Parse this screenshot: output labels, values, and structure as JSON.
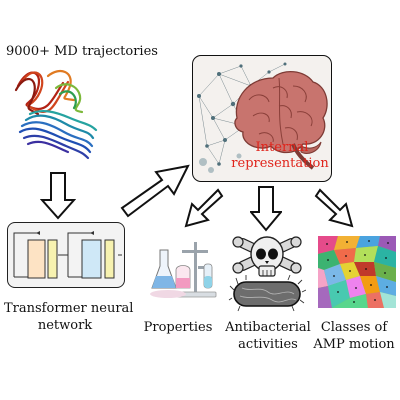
{
  "labels": {
    "md_trajectories": "9000+ MD trajectories",
    "transformer_line1": "Transformer neural",
    "transformer_line2": "network",
    "internal_line1": "Internal",
    "internal_line2": "representation",
    "properties": "Properties",
    "antibacterial_line1": "Antibacterial",
    "antibacterial_line2": "activities",
    "classes_line1": "Classes of",
    "classes_line2": "AMP motion"
  },
  "colors": {
    "internal_text": "#e0241b",
    "text": "#111111",
    "brain": "#c8746e",
    "transformer_block_orange": "#fde3c4",
    "transformer_block_blue": "#cfe8f7",
    "transformer_block_yellow": "#f7f2b0"
  },
  "icons": {
    "trajectories": "protein-trajectory-ribbons-icon",
    "brain": "brain-network-icon",
    "properties": "lab-glassware-icon",
    "antibacterial": "skull-bacterium-icon",
    "classes": "voronoi-cluster-icon"
  }
}
